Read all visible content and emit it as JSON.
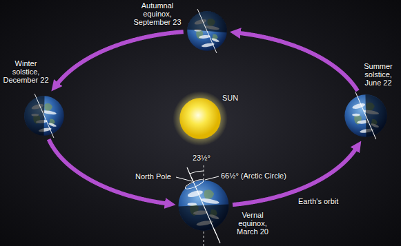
{
  "diagram": {
    "nodes": [
      {
        "text": [
          "Autumnal equinox, September 23"
        ]
      },
      {
        "text": [
          "Winter solstice, December 22"
        ]
      },
      {
        "text": [
          "SUN"
        ]
      },
      {
        "text": [
          "Summer solstice, June 22"
        ]
      },
      {
        "text": [
          "Vernal equinox, March 20"
        ]
      }
    ],
    "edges": [
      {
        "from": 3,
        "to": 0,
        "arrow": "to"
      },
      {
        "from": 0,
        "to": 1,
        "arrow": "to"
      },
      {
        "from": 1,
        "to": 4,
        "arrow": "to"
      },
      {
        "from": 4,
        "to": 3,
        "arrow": "to"
      }
    ],
    "labels": [
      "North Pole",
      "23½°",
      "66½° (Arctic Circle)",
      "Earth's orbit"
    ]
  }
}
